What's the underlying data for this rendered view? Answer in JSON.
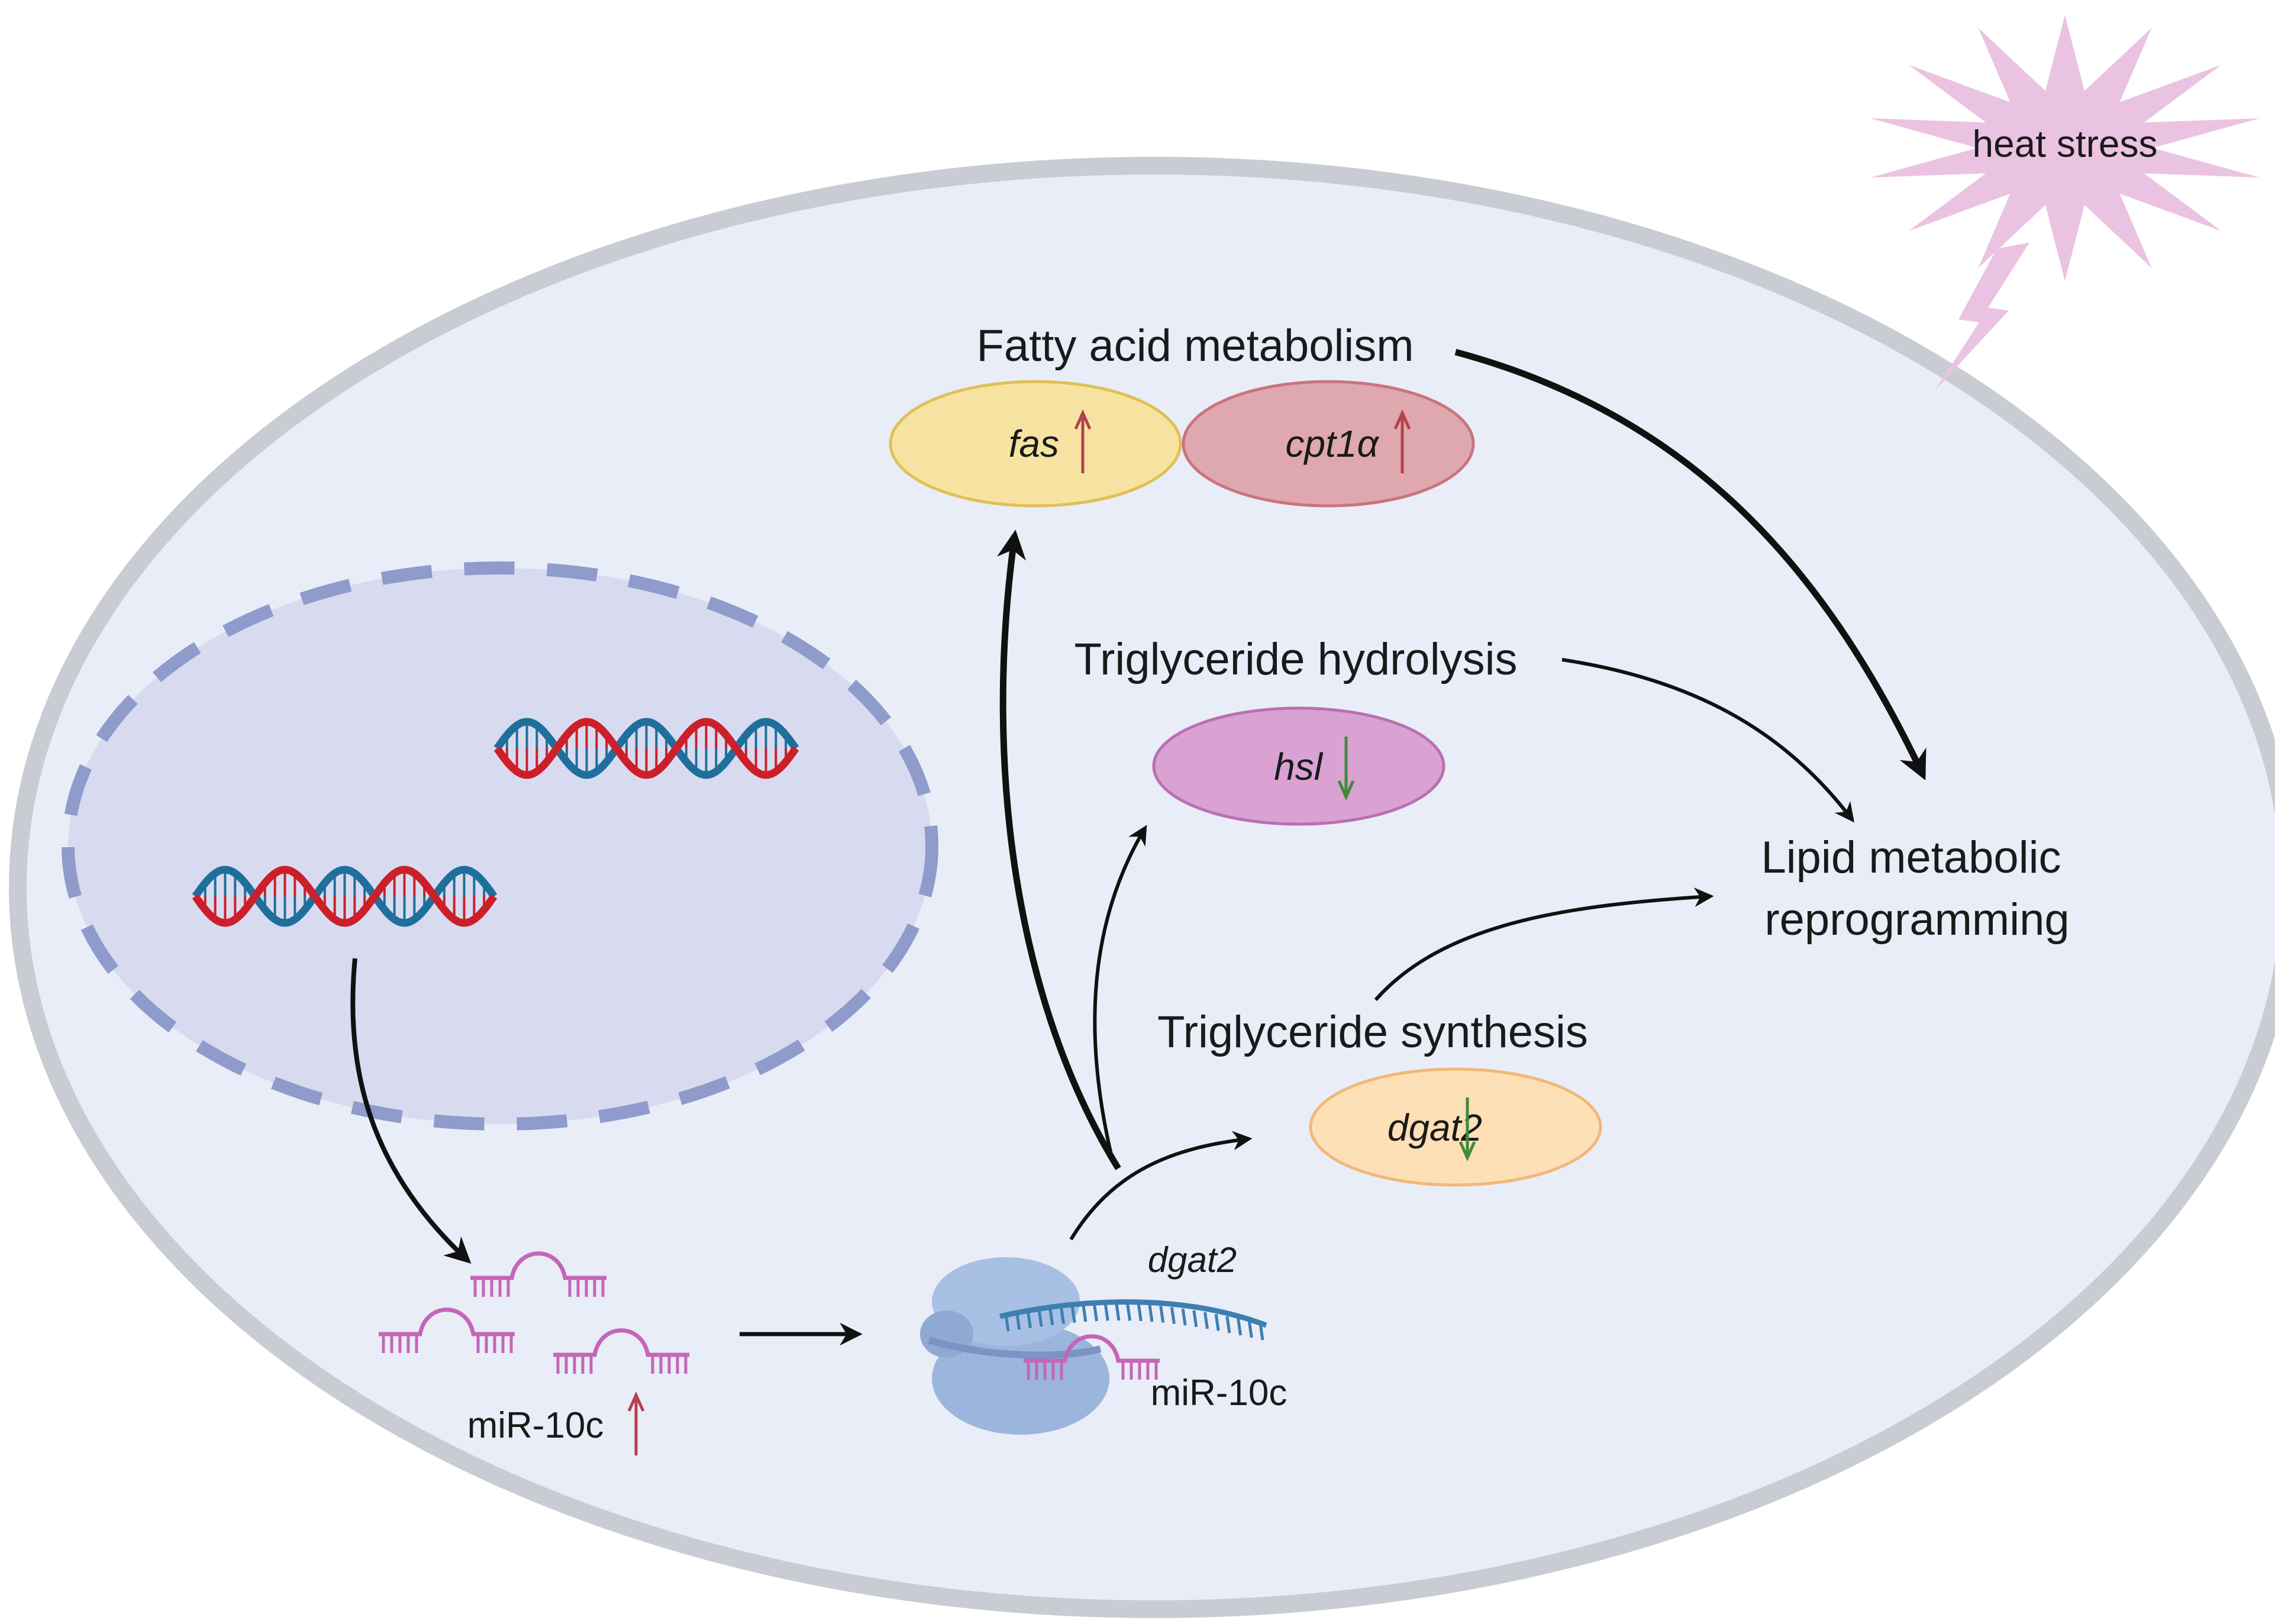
{
  "stimulus": {
    "label": "heat stress"
  },
  "pathways": {
    "fatty_acid": {
      "title": "Fatty acid metabolism"
    },
    "hydrolysis": {
      "title": "Triglyceride hydrolysis"
    },
    "synthesis": {
      "title": "Triglyceride synthesis"
    }
  },
  "genes": [
    {
      "name": "fas",
      "change": "up",
      "fill": "#f7e3a1",
      "stroke": "#e0bf55"
    },
    {
      "name": "cpt1α",
      "change": "up",
      "fill": "#dfa8ae",
      "stroke": "#c9747e"
    },
    {
      "name": "hsl",
      "change": "down",
      "fill": "#d9a2d3",
      "stroke": "#b970b1"
    },
    {
      "name": "dgat2",
      "change": "down",
      "fill": "#fde0b5",
      "stroke": "#f0b878"
    }
  ],
  "outcome": {
    "line1": "Lipid metabolic",
    "line2": "reprogramming"
  },
  "mirna": {
    "label": "miR-10c",
    "change": "up"
  },
  "target": {
    "mrna_label": "dgat2",
    "mirna_label": "miR-10c"
  },
  "colors": {
    "cytoplasm": "#e9edf7",
    "membrane": "#c9ccd3",
    "nucleus": "#d8dbef",
    "nuclear_envelope": "#8e9bcb",
    "dna_red": "#cc1f2a",
    "dna_blue": "#1f6f9c",
    "mirna": "#c466b8",
    "ribosome": "#9bb5dc",
    "arrow_up": "#b6404b",
    "arrow_down": "#3f8b3a",
    "stimulus": "#ebc3e2"
  }
}
